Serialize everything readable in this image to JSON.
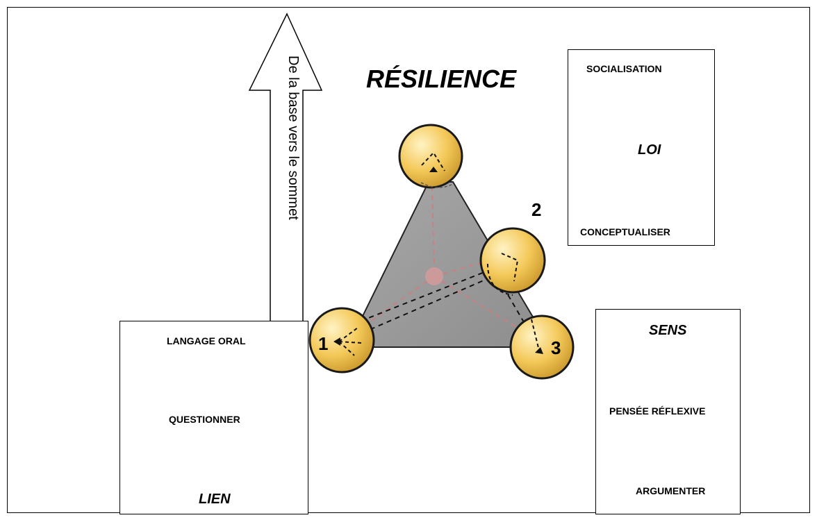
{
  "title": "RÉSILIENCE",
  "arrow_label": "De la base vers le sommet",
  "vertices": {
    "v1": "1",
    "v2": "2",
    "v3": "3"
  },
  "box_loi": {
    "top": "SOCIALISATION",
    "middle": "LOI",
    "bottom": "CONCEPTUALISER"
  },
  "box_lien": {
    "top": "LANGAGE ORAL",
    "middle": "QUESTIONNER",
    "bottom": "LIEN"
  },
  "box_sens": {
    "top": "SENS",
    "middle": "PENSÉE RÉFLEXIVE",
    "bottom": "ARGUMENTER"
  },
  "colors": {
    "sphere": "#f4c95a",
    "tetra_face": "#9a9a9a",
    "tetra_side": "#6e6e6e",
    "center_dot": "#d49a9a"
  }
}
